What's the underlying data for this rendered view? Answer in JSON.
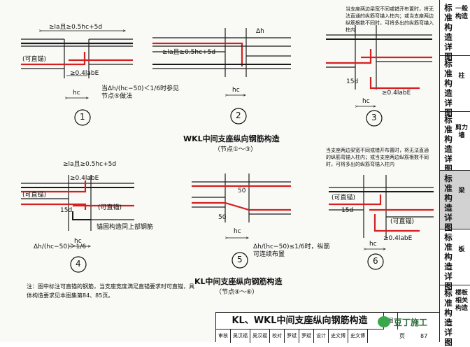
{
  "page": {
    "main_title": "KL、WKL中间支座纵向钢筋构造",
    "atlas_label": "图",
    "page_label": "页",
    "page_number": "87",
    "note": "注：图中标注可直锚的钢筋，当支座宽度满足直锚要求时可直锚，具体构造要求见本图集第84、85页。"
  },
  "title_block": {
    "cells": [
      "审核",
      "吴汉福",
      "吴汉福",
      "校对",
      "罗斌",
      "罗斌",
      "设计",
      "史文博",
      "史文博"
    ]
  },
  "watermark": {
    "text": "豆丁施工"
  },
  "groups": {
    "wkl_title": "WKL中间支座纵向钢筋构造",
    "wkl_sub": "（节点①～③）",
    "kl_title": "KL中间支座纵向钢筋构造",
    "kl_sub": "（节点④～⑥）"
  },
  "nodes": {
    "n1": {
      "number": "1",
      "dim_top": "≥la且≥0.5hc+5d",
      "dim_mid": "≥0.4labE",
      "label_direct": "(可直锚)",
      "label_hc": "hc",
      "caption": "当Δh/(hc−50)＜1/6时参见节点⑤做法"
    },
    "n2": {
      "number": "2",
      "dim_mid": "≥la且≥0.5hc+5d",
      "label_hc": "hc",
      "label_dh": "Δh"
    },
    "n3": {
      "number": "3",
      "note": "当支座两边梁宽不同或错开布置时，将无法直通的纵筋弯锚入柱内；或当支座两边纵筋根数不同时，可将多出的纵筋弯锚入柱内",
      "dim_bottom": "≥0.4labE",
      "label_15d": "15d",
      "label_hc": "hc"
    },
    "n4": {
      "number": "4",
      "dim_top": "≥la且≥0.5hc+5d",
      "dim_mid": "≥0.4labE",
      "label_direct_left": "(可直锚)",
      "label_direct_right": "(可直锚)",
      "label_15d": "15d",
      "label_hc": "hc",
      "anchor_note": "锚固构造同上部钢筋",
      "caption": "Δh/(hc−50)＞1/6"
    },
    "n5": {
      "number": "5",
      "label_50": "50",
      "label_hc": "hc",
      "caption": "Δh/(hc−50)≤1/6时，纵筋可连续布置"
    },
    "n6": {
      "number": "6",
      "note": "当支座两边梁宽不同或错开布置时，将无法直通的纵筋弯锚入柱内；或当支座两边纵筋根数不同时，可将多出的纵筋弯锚入柱内",
      "label_direct_left": "(可直锚)",
      "label_direct_right": "(可直锚)",
      "dim_bottom": "≥0.4labE",
      "label_15d": "15d",
      "label_hc": "hc"
    }
  },
  "sidebar": {
    "items": [
      {
        "vertical": "标准构造详图",
        "name": "一般构造",
        "active": false
      },
      {
        "vertical": "标准构造详图",
        "name": "柱",
        "active": false
      },
      {
        "vertical": "标准构造详图",
        "name": "剪力墙",
        "active": false
      },
      {
        "vertical": "标准构造详图",
        "name": "梁",
        "active": true
      },
      {
        "vertical": "标准构造详图",
        "name": "板",
        "active": false
      },
      {
        "vertical": "标准构造详图",
        "name": "楼板相关构造",
        "active": false
      }
    ]
  },
  "colors": {
    "rebar": "#d42020",
    "line": "#1a1a1a",
    "active_tab": "#d2d2d2"
  }
}
